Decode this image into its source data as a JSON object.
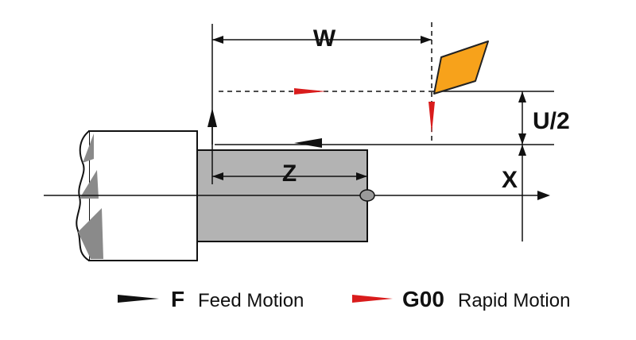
{
  "labels": {
    "w": "W",
    "z": "Z",
    "u2": "U/2",
    "x": "X"
  },
  "legend": {
    "feed_code": "F",
    "feed_text": "Feed Motion",
    "rapid_code": "G00",
    "rapid_text": "Rapid Motion"
  },
  "colors": {
    "tool": "#F7A21B",
    "rapid_arrow": "#D91C1C",
    "feed_arrow": "#111111",
    "workpiece": "#B3B3B3",
    "line": "#111111"
  }
}
